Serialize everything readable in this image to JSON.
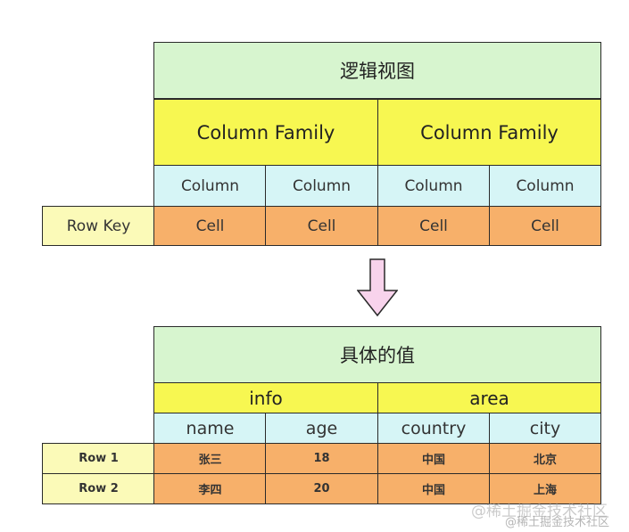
{
  "logical_view": {
    "title": "逻辑视图",
    "families": [
      "Column Family",
      "Column Family"
    ],
    "columns": [
      "Column",
      "Column",
      "Column",
      "Column"
    ],
    "row_key": "Row Key",
    "cells": [
      "Cell",
      "Cell",
      "Cell",
      "Cell"
    ]
  },
  "concrete_view": {
    "title": "具体的值",
    "families": [
      "info",
      "area"
    ],
    "columns": [
      "name",
      "age",
      "country",
      "city"
    ],
    "rows": [
      {
        "key": "Row 1",
        "values": [
          "张三",
          "18",
          "中国",
          "北京"
        ]
      },
      {
        "key": "Row 2",
        "values": [
          "李四",
          "20",
          "中国",
          "上海"
        ]
      }
    ]
  },
  "watermark": {
    "line1": "@稀土掘金技术社区",
    "line2": "@稀土掘金技术社区"
  },
  "colors": {
    "title_bg": "#d7f5cf",
    "family_bg": "#f7f751",
    "column_bg": "#d6f5f6",
    "cell_bg": "#f7b06a",
    "rowkey_bg": "#fbfab8",
    "arrow_fill": "#f8d3ec"
  }
}
